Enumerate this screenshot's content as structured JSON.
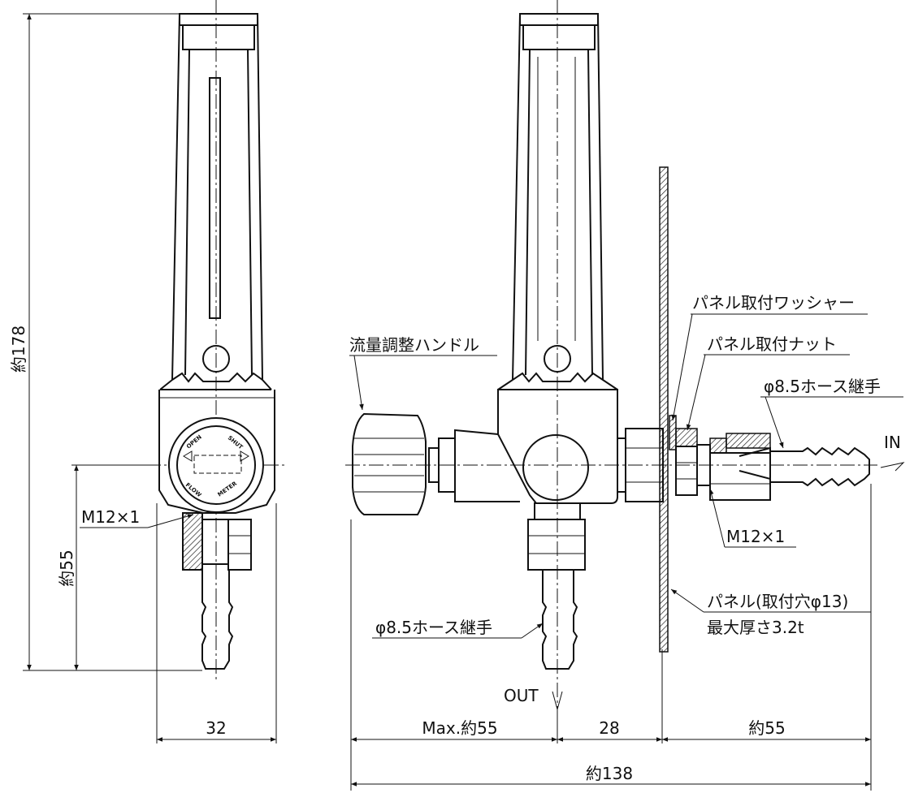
{
  "labels": {
    "flow_handle": "流量調整ハンドル",
    "panel_washer": "パネル取付ワッシャー",
    "panel_nut": "パネル取付ナット",
    "hose_joint_in": "φ8.5ホース継手",
    "hose_joint_out": "φ8.5ホース継手",
    "thread_front": "M12×1",
    "thread_side": "M12×1",
    "panel_hole": "パネル(取付穴φ13)",
    "panel_thickness": "最大厚さ3.2t",
    "in_port": "IN",
    "out_port": "OUT"
  },
  "knob_text": {
    "open": "OPEN",
    "shut": "SHUT",
    "flow": "FLOW",
    "meter": "METER"
  },
  "dimensions": {
    "height_total": "約178",
    "height_lower": "約55",
    "width_front": "32",
    "handle_depth": "Max.約55",
    "body_to_panel": "28",
    "panel_to_end": "約55",
    "overall_length": "約138"
  }
}
